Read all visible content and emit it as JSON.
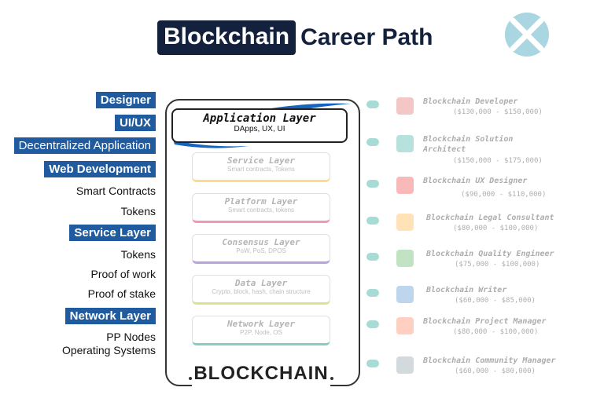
{
  "title": {
    "highlight": "Blockchain",
    "rest": "Career Path"
  },
  "left_labels": [
    {
      "text": "Designer",
      "style": "hl"
    },
    {
      "text": "UI/UX",
      "style": "hl"
    },
    {
      "text": "Decentralized Application",
      "style": "hl-plain"
    },
    {
      "text": "Web Development",
      "style": "hl"
    },
    {
      "text": "Smart Contracts",
      "style": "plain"
    },
    {
      "text": "Tokens",
      "style": "plain"
    },
    {
      "text": "Service Layer",
      "style": "hl"
    },
    {
      "text": "Tokens",
      "style": "plain"
    },
    {
      "text": "Proof of work",
      "style": "plain"
    },
    {
      "text": "Proof of stake",
      "style": "plain"
    },
    {
      "text": "Network Layer",
      "style": "hl"
    },
    {
      "text": "PP Nodes",
      "style": "plain"
    },
    {
      "text": "Operating Systems",
      "style": "plain"
    }
  ],
  "app_layer": {
    "title": "Application Layer",
    "subtitle": "DApps, UX, UI"
  },
  "layers": [
    {
      "title": "Service Layer",
      "subtitle": "Smart contracts, Tokens"
    },
    {
      "title": "Platform Layer",
      "subtitle": "Smart contracts, tokens"
    },
    {
      "title": "Consensus Layer",
      "subtitle": "PoW, PoS, DPOS"
    },
    {
      "title": "Data Layer",
      "subtitle": "Crypto, block, hash, chain structure"
    },
    {
      "title": "Network Layer",
      "subtitle": "P2P, Node, OS"
    }
  ],
  "frame_word": "BLOCKCHAIN",
  "careers": [
    {
      "name": "Blockchain Developer",
      "line2": "",
      "salary": "($130,000 - $150,000)",
      "icon": "developer-icon",
      "color": "#e57373"
    },
    {
      "name": "Blockchain Solution",
      "line2": "Architect",
      "salary": "($150,000 - $175,000)",
      "icon": "architect-icon",
      "color": "#4db6ac"
    },
    {
      "name": "Blockchain UX Designer",
      "line2": "",
      "salary": "($90,000 - $110,000)",
      "icon": "designer-icon",
      "color": "#ef5350"
    },
    {
      "name": "Blockchain Legal Consultant",
      "line2": "",
      "salary": "($80,000 - $100,000)",
      "icon": "legal-icon",
      "color": "#ffb74d"
    },
    {
      "name": "Blockchain Quality Engineer",
      "line2": "",
      "salary": "($75,000 - $100,000)",
      "icon": "quality-icon",
      "color": "#66bb6a"
    },
    {
      "name": "Blockchain Writer",
      "line2": "",
      "salary": "($60,000 - $85,000)",
      "icon": "writer-icon",
      "color": "#5c9bd6"
    },
    {
      "name": "Blockchain Project Manager",
      "line2": "",
      "salary": "($80,000 - $100,000)",
      "icon": "manager-icon",
      "color": "#ff8a65"
    },
    {
      "name": "Blockchain Community Manager",
      "line2": "",
      "salary": "($60,000 - $80,000)",
      "icon": "community-icon",
      "color": "#90a4ae"
    }
  ],
  "colors": {
    "navy": "#14213d",
    "label_blue": "#1f5b9e",
    "arrow_teal": "#26a69a"
  }
}
